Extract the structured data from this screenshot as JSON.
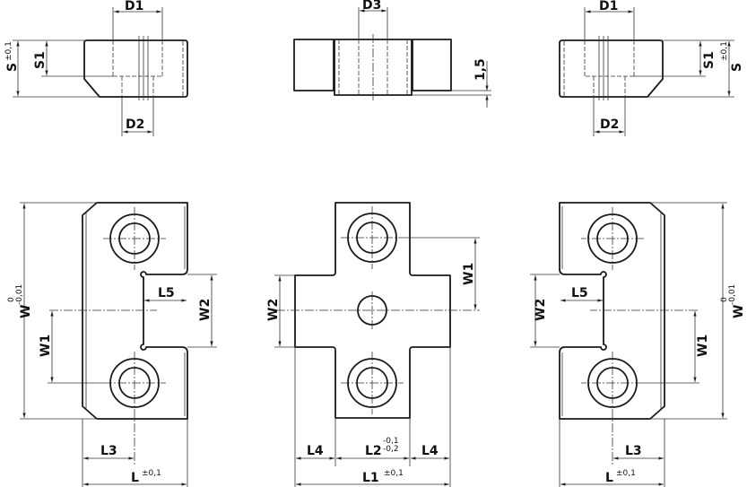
{
  "labels": {
    "D1": "D1",
    "D2": "D2",
    "D3": "D3",
    "S": "S",
    "S_tol": "±0,1",
    "S1": "S1",
    "gap": "1,5",
    "W": "W",
    "W_tol_upper": "0",
    "W_tol_lower": "-0,01",
    "W1": "W1",
    "W2": "W2",
    "L3": "L3",
    "L4": "L4",
    "L5": "L5",
    "L": "L",
    "L_tol": "±0,1",
    "L1": "L1",
    "L1_tol": "±0,1",
    "L2": "L2",
    "L2_tol_upper": "-0,1",
    "L2_tol_lower": "-0,2"
  }
}
